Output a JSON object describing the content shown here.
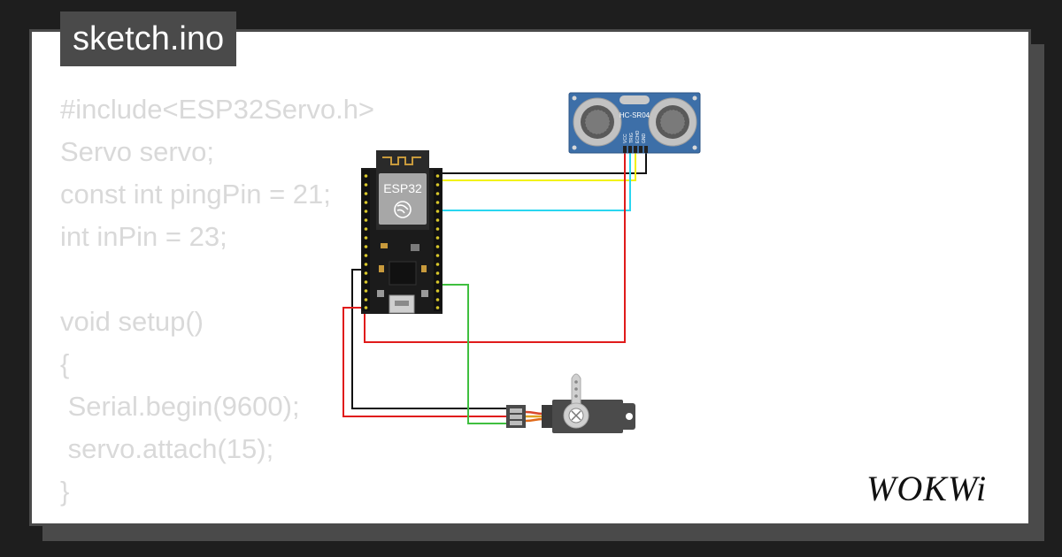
{
  "sketch": {
    "filename": "sketch.ino"
  },
  "code": {
    "lines": [
      "#include<ESP32Servo.h>",
      "Servo servo;",
      "const int pingPin = 21;",
      "int inPin = 23;",
      "",
      "void setup()",
      "{",
      " Serial.begin(9600);",
      " servo.attach(15);",
      "}"
    ]
  },
  "components": {
    "esp32": {
      "label": "ESP32"
    },
    "ultrasonic": {
      "label": "HC-SR04",
      "pins": [
        "VCC",
        "TRIG",
        "ECHO",
        "GND"
      ]
    },
    "servo": {
      "icon": "servo-motor-icon"
    }
  },
  "wire_colors": {
    "black": "#111111",
    "yellow": "#f2f20a",
    "cyan": "#2ad6f0",
    "red": "#e01b1b",
    "green": "#3fbf3f"
  },
  "brand": {
    "logo_text": "WOKWi"
  }
}
